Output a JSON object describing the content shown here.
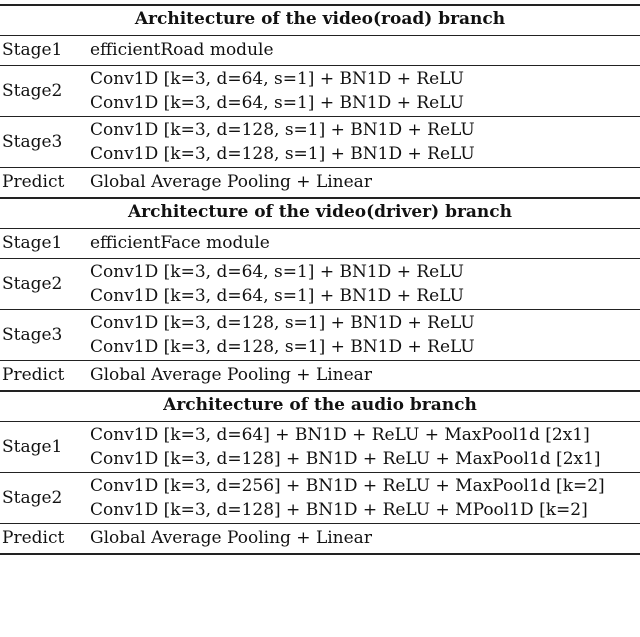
{
  "sections": [
    {
      "title": "Architecture of the video(road) branch",
      "rows": [
        {
          "stage": "Stage1",
          "lines": [
            "efficientRoad module"
          ]
        },
        {
          "stage": "Stage2",
          "lines": [
            "Conv1D [k=3, d=64, s=1] + BN1D + ReLU",
            "Conv1D [k=3, d=64, s=1] + BN1D + ReLU"
          ]
        },
        {
          "stage": "Stage3",
          "lines": [
            "Conv1D [k=3, d=128, s=1] + BN1D + ReLU",
            "Conv1D [k=3, d=128, s=1] + BN1D + ReLU"
          ]
        },
        {
          "stage": "Predict",
          "lines": [
            "Global Average Pooling + Linear"
          ]
        }
      ]
    },
    {
      "title": "Architecture of the video(driver) branch",
      "rows": [
        {
          "stage": "Stage1",
          "lines": [
            "efficientFace module"
          ]
        },
        {
          "stage": "Stage2",
          "lines": [
            "Conv1D [k=3, d=64, s=1] + BN1D + ReLU",
            "Conv1D [k=3, d=64, s=1] + BN1D + ReLU"
          ]
        },
        {
          "stage": "Stage3",
          "lines": [
            "Conv1D [k=3, d=128, s=1] + BN1D + ReLU",
            "Conv1D [k=3, d=128, s=1] + BN1D + ReLU"
          ]
        },
        {
          "stage": "Predict",
          "lines": [
            "Global Average Pooling + Linear"
          ]
        }
      ]
    },
    {
      "title": "Architecture of the audio branch",
      "rows": [
        {
          "stage": "Stage1",
          "lines": [
            "Conv1D [k=3, d=64] + BN1D + ReLU + MaxPool1d [2x1]",
            "Conv1D [k=3, d=128] + BN1D + ReLU + MaxPool1d [2x1]"
          ]
        },
        {
          "stage": "Stage2",
          "lines": [
            "Conv1D [k=3, d=256] + BN1D + ReLU + MaxPool1d [k=2]",
            "Conv1D [k=3, d=128] + BN1D + ReLU + MPool1D [k=2]"
          ]
        },
        {
          "stage": "Predict",
          "lines": [
            "Global Average Pooling + Linear"
          ]
        }
      ]
    }
  ]
}
